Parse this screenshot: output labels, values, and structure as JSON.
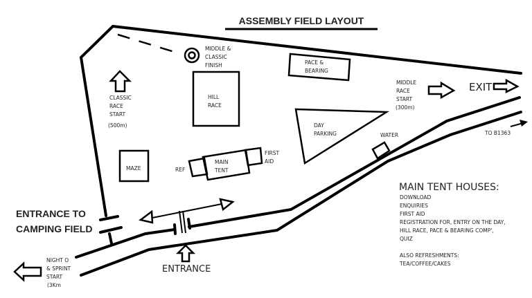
{
  "title": "ASSEMBLY FIELD LAYOUT",
  "labels": {
    "finish": [
      "MIDDLE &",
      "CLASSIC",
      "FINISH"
    ],
    "classic_start": [
      "CLASSIC",
      "RACE",
      "START",
      "(500m)"
    ],
    "hill_race": [
      "HILL",
      "RACE"
    ],
    "pace_bearing": [
      "PACE &",
      "BEARING"
    ],
    "middle_start": [
      "MIDDLE",
      "RACE",
      "START",
      "(300m)"
    ],
    "exit": "EXIT",
    "day_parking": [
      "DAY",
      "PARKING"
    ],
    "water": "WATER",
    "to_road": "TO B1363",
    "maze": "MAZE",
    "main_tent": [
      "MAIN",
      "TENT"
    ],
    "ref": "REF",
    "first_aid": [
      "FIRST",
      "AID"
    ],
    "camping_entrance": [
      "ENTRANCE TO",
      "CAMPING FIELD"
    ],
    "entrance": "ENTRANCE",
    "night_start": [
      "NIGHT O",
      "& SPRINT",
      "START",
      "(3Km"
    ]
  },
  "main_tent_info": {
    "heading": "MAIN TENT HOUSES:",
    "items": [
      "DOWNLOAD",
      "ENQUIRIES",
      "FIRST AID",
      "REGISTRATION FOR, ENTRY ON THE DAY,",
      "HILL RACE, PACE & BEARING COMP',",
      "QUIZ"
    ],
    "refreshments_heading": "ALSO REFRESHMENTS:",
    "refreshments": "TEA/COFFEE/CAKES"
  }
}
